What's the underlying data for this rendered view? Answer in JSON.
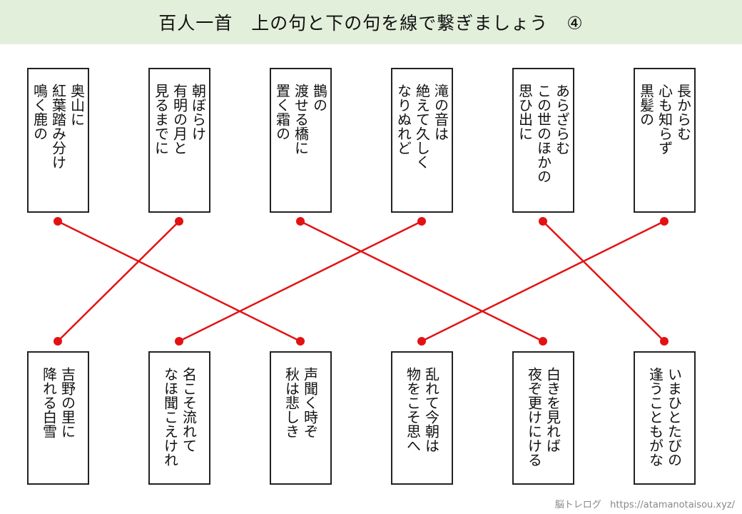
{
  "title": "百人一首　上の句と下の句を線で繋ぎましょう　④",
  "line_color": "#e31212",
  "title_bg": "#e2efda",
  "top_cards": [
    {
      "lines": [
        "奥山に",
        "紅葉踏み分け",
        "鳴く鹿の"
      ]
    },
    {
      "lines": [
        "朝ぼらけ",
        "有明の月と",
        "見るまでに"
      ]
    },
    {
      "lines": [
        "鵲の",
        "渡せる橋に",
        "置く霜の"
      ]
    },
    {
      "lines": [
        "滝の音は",
        "絶えて久しく",
        "なりぬれど"
      ]
    },
    {
      "lines": [
        "あらざらむ",
        "この世のほかの",
        "思ひ出に"
      ]
    },
    {
      "lines": [
        "長からむ",
        "心も知らず",
        "黒髪の"
      ]
    }
  ],
  "bottom_cards": [
    {
      "lines": [
        "吉野の里に",
        "降れる白雪"
      ]
    },
    {
      "lines": [
        "名こそ流れて",
        "なほ聞こえけれ"
      ]
    },
    {
      "lines": [
        "声聞く時ぞ",
        "秋は悲しき"
      ]
    },
    {
      "lines": [
        "乱れて今朝は",
        "物をこそ思へ"
      ]
    },
    {
      "lines": [
        "白きを見れば",
        "夜ぞ更けにける"
      ]
    },
    {
      "lines": [
        "いまひとたびの",
        "逢うこともがな"
      ]
    }
  ],
  "matches": [
    [
      0,
      2
    ],
    [
      1,
      0
    ],
    [
      2,
      4
    ],
    [
      3,
      1
    ],
    [
      4,
      5
    ],
    [
      5,
      3
    ]
  ],
  "footer": {
    "brand": "脳トレログ",
    "url": "https://atamanotaisou.xyz/"
  }
}
